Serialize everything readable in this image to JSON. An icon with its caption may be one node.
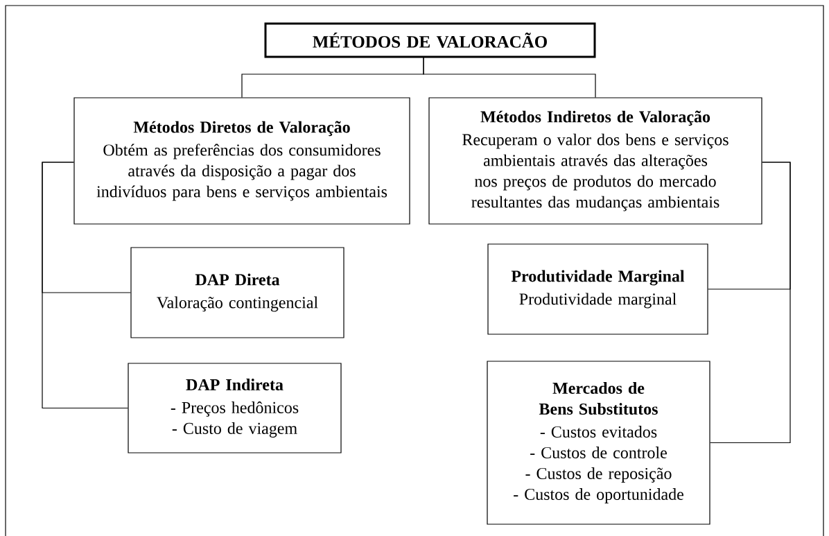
{
  "diagram": {
    "nodes": [
      {
        "text": [
          "MÉTODOS DE VALORACÃO"
        ]
      },
      {
        "text": [
          "Métodos Diretos de Valoração",
          "Obtém as preferências dos consumidores através da disposição a pagar dos indivíduos para bens e serviços ambientais"
        ]
      },
      {
        "text": [
          "Métodos Indiretos de Valoração",
          "Recuperam o valor dos bens e serviços ambientais através das alterações nos preços de produtos do mercado resultantes das mudanças ambientais"
        ]
      },
      {
        "text": [
          "DAP Direta",
          "Valoração contingencial"
        ]
      },
      {
        "text": [
          "DAP Indireta",
          "- Preços hedônicos",
          "- Custo de viagem"
        ]
      },
      {
        "text": [
          "Produtividade Marginal",
          "Produtividade marginal"
        ]
      },
      {
        "text": [
          "Mercados de Bens Substitutos",
          "- Custos evitados",
          "- Custos de controle",
          "- Custos de reposição",
          "- Custos de oportunidade"
        ]
      }
    ],
    "edges": [
      {
        "from": 0,
        "to": 1,
        "arrow": "none"
      },
      {
        "from": 0,
        "to": 2,
        "arrow": "none"
      },
      {
        "from": 1,
        "to": 3,
        "arrow": "none"
      },
      {
        "from": 1,
        "to": 4,
        "arrow": "none"
      },
      {
        "from": 2,
        "to": 5,
        "arrow": "none"
      },
      {
        "from": 2,
        "to": 6,
        "arrow": "none"
      }
    ]
  }
}
